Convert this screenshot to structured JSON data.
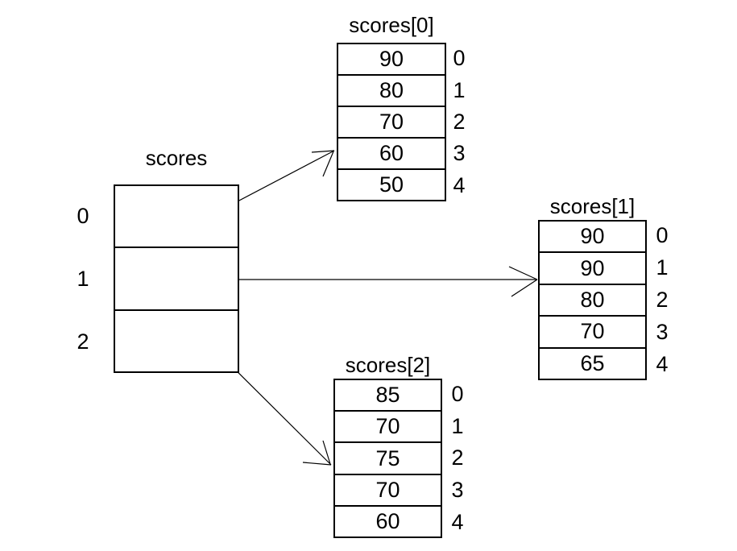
{
  "diagram": {
    "background_color": "#ffffff",
    "line_color": "#000000",
    "text_color": "#000000",
    "pointer_array": {
      "title": "scores",
      "indices": [
        "0",
        "1",
        "2"
      ]
    },
    "tables": [
      {
        "title": "scores[0]",
        "values": [
          "90",
          "80",
          "70",
          "60",
          "50"
        ],
        "indices": [
          "0",
          "1",
          "2",
          "3",
          "4"
        ]
      },
      {
        "title": "scores[1]",
        "values": [
          "90",
          "90",
          "80",
          "70",
          "65"
        ],
        "indices": [
          "0",
          "1",
          "2",
          "3",
          "4"
        ]
      },
      {
        "title": "scores[2]",
        "values": [
          "85",
          "70",
          "75",
          "70",
          "60"
        ],
        "indices": [
          "0",
          "1",
          "2",
          "3",
          "4"
        ]
      }
    ]
  }
}
